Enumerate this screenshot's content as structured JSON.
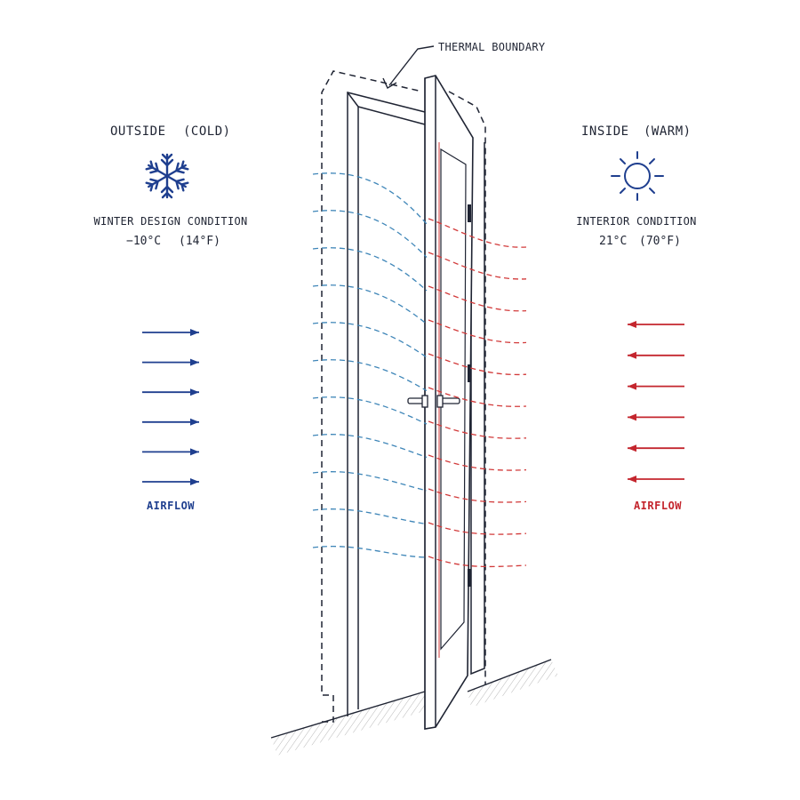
{
  "annotation": {
    "thermal_boundary": "THERMAL BOUNDARY"
  },
  "outside": {
    "title": "OUTSIDE",
    "qualifier": "(COLD)",
    "icon": "snowflake-icon",
    "condition_label": "WINTER DESIGN CONDITION",
    "temp_c": "−10°C",
    "temp_f": "(14°F)",
    "airflow_label": "AIRFLOW",
    "color": "#1f3f8f"
  },
  "inside": {
    "title": "INSIDE",
    "qualifier": "(WARM)",
    "icon": "sun-icon",
    "condition_label": "INTERIOR CONDITION",
    "temp_c": "21°C",
    "temp_f": "(70°F)",
    "airflow_label": "AIRFLOW",
    "color": "#c4262e"
  },
  "colors": {
    "ink": "#1f2433",
    "cold_flow": "#3f86b8",
    "warm_flow": "#d23a3a",
    "cold_arrow": "#1f3f8f",
    "warm_arrow": "#c4262e"
  }
}
